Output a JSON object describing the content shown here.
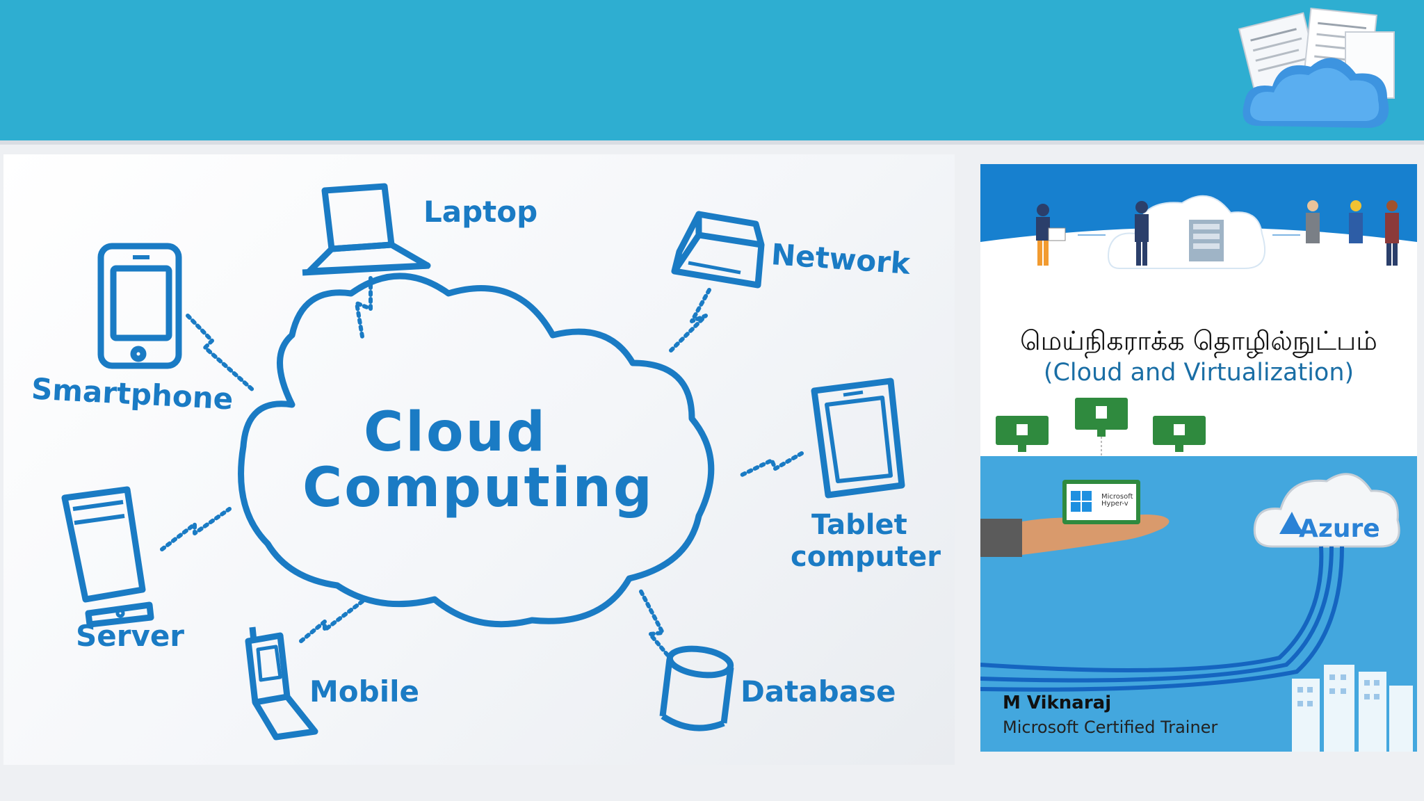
{
  "diagram": {
    "title_line1": "Cloud",
    "title_line2": "Computing",
    "labels": {
      "laptop": "Laptop",
      "network": "Network",
      "smartphone": "Smartphone",
      "tablet_line1": "Tablet",
      "tablet_line2": "computer",
      "server": "Server",
      "mobile": "Mobile",
      "database": "Database"
    }
  },
  "cover": {
    "tamil_title": "மெய்நிகராக்க தொழில்நுட்பம்",
    "subtitle": "(Cloud and Virtualization)",
    "ms_logo_text": "Microsoft Hyper-v",
    "azure": "Azure",
    "author_name": "M Viknaraj",
    "author_role": "Microsoft Certified Trainer"
  },
  "colors": {
    "banner": "#2eaed1",
    "diagram_blue": "#1a7bc4",
    "cover_sky": "#43a7de"
  },
  "icons": [
    "laptop-icon",
    "network-icon",
    "smartphone-icon",
    "tablet-icon",
    "server-icon",
    "mobile-icon",
    "database-icon",
    "cloud-icon",
    "azure-cloud-icon",
    "documents-cloud-icon"
  ]
}
